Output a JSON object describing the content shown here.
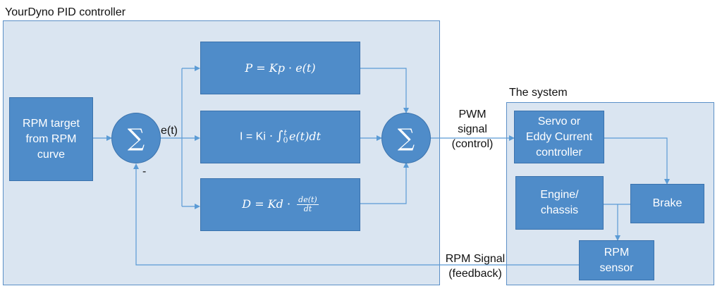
{
  "controller_panel": {
    "title": "YourDyno PID controller"
  },
  "system_panel": {
    "title": "The system"
  },
  "blocks": {
    "rpm_target": "RPM target\nfrom RPM\ncurve",
    "servo": "Servo or\nEddy Current\ncontroller",
    "engine": "Engine/\nchassis",
    "brake": "Brake",
    "rpm_sensor": "RPM\nsensor"
  },
  "formulas": {
    "p": {
      "lhs": "P",
      "eq": " = ",
      "k": "Kp",
      "dot": " · ",
      "rhs": "e(t)"
    },
    "i": {
      "lhs": "I = Ki",
      "dot": " · ",
      "int": "∫",
      "lower": "0",
      "upper": "t",
      "rhs": "e(t)dt"
    },
    "d": {
      "lhs": "D",
      "eq": " = ",
      "k": "Kd",
      "dot": " · ",
      "num": "de(t)",
      "den": "dt"
    }
  },
  "sum_symbol": "∑",
  "labels": {
    "error": "e(t)",
    "minus": "-",
    "pwm": "PWM\nsignal\n(control)",
    "rpm_signal": "RPM Signal\n(feedback)"
  },
  "colors": {
    "panel_fill": "#dae5f1",
    "panel_border": "#5b8fc7",
    "block_fill": "#4f8cc9",
    "arrow": "#5b9bd5"
  }
}
